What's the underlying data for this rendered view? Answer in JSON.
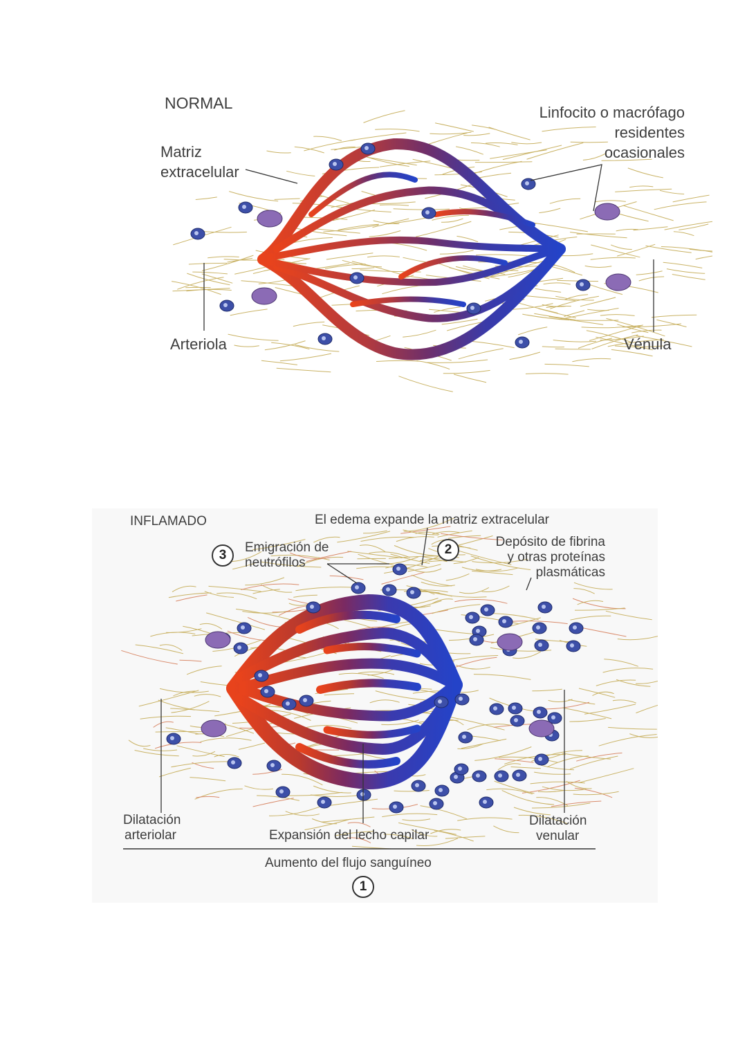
{
  "normal": {
    "title": "NORMAL",
    "labels": {
      "matrix_line1": "Matriz",
      "matrix_line2": "extracelular",
      "lymph_line1": "Linfocito o macrófago",
      "lymph_line2": "residentes",
      "lymph_line3": "ocasionales",
      "arteriole": "Arteriola",
      "venule": "Vénula"
    }
  },
  "inflamed": {
    "title": "INFLAMADO",
    "labels": {
      "edema": "El edema expande la matriz extracelular",
      "step3_number": "3",
      "emigration_line1": "Emigración de",
      "emigration_line2": "neutrófilos",
      "step2_number": "2",
      "fibrin_line1": "Depósito de fibrina",
      "fibrin_line2": "y otras proteínas",
      "fibrin_line3": "plasmáticas",
      "arteriolar_line1": "Dilatación",
      "arteriolar_line2": "arteriolar",
      "capillary_bed": "Expansión del lecho capilar",
      "venular_line1": "Dilatación",
      "venular_line2": "venular",
      "blood_flow": "Aumento del flujo sanguíneo",
      "step1_number": "1"
    }
  },
  "colors": {
    "arterial": "#e8431c",
    "venous": "#2a3fc0",
    "mid": "#7a2a68",
    "fibers": "#c9b264",
    "cell": "#3d4fa8",
    "macrophage": "#8b6bb5"
  }
}
